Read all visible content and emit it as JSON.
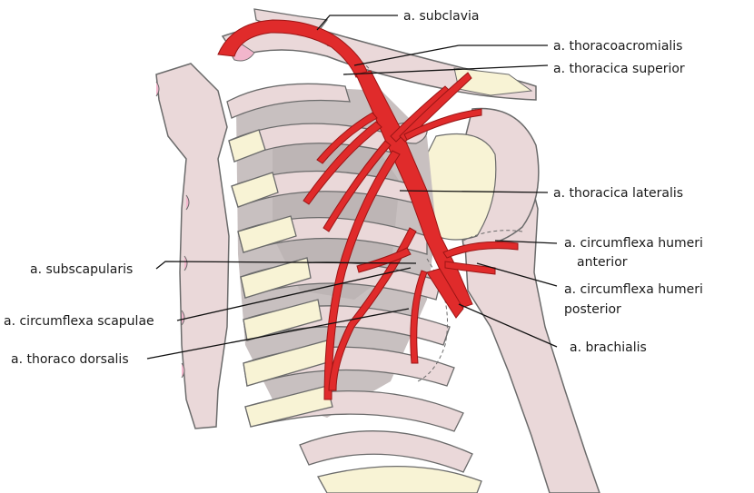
{
  "colors": {
    "bone": "#ead8d9",
    "bone_outline": "#6b6b6b",
    "cartilage": "#f8f3d5",
    "shadow": "#c8c0c0",
    "shadow_dark": "#bdb5b5",
    "artery": "#e02b2b",
    "artery_outline": "#9b1515",
    "pink_joint": "#f2b6cc",
    "leader": "#111111"
  },
  "labels": {
    "subclavia": "a. subclavia",
    "thoracoacromialis": "a. thoracoacromialis",
    "thoracica_superior": "a. thoracica superior",
    "thoracica_lateralis": "a. thoracica lateralis",
    "circumflexa_humeri_anterior_1": "a. circumflexa humeri",
    "circumflexa_humeri_anterior_2": "anterior",
    "subscapularis": "a. subscapularis",
    "circumflexa_humeri_posterior_1": "a. circumflexa humeri",
    "circumflexa_humeri_posterior_2": "posterior",
    "circumflexa_scapulae": "a. circumflexa scapulae",
    "brachialis": "a. brachialis",
    "thoraco_dorsalis": "a. thoraco dorsalis"
  }
}
